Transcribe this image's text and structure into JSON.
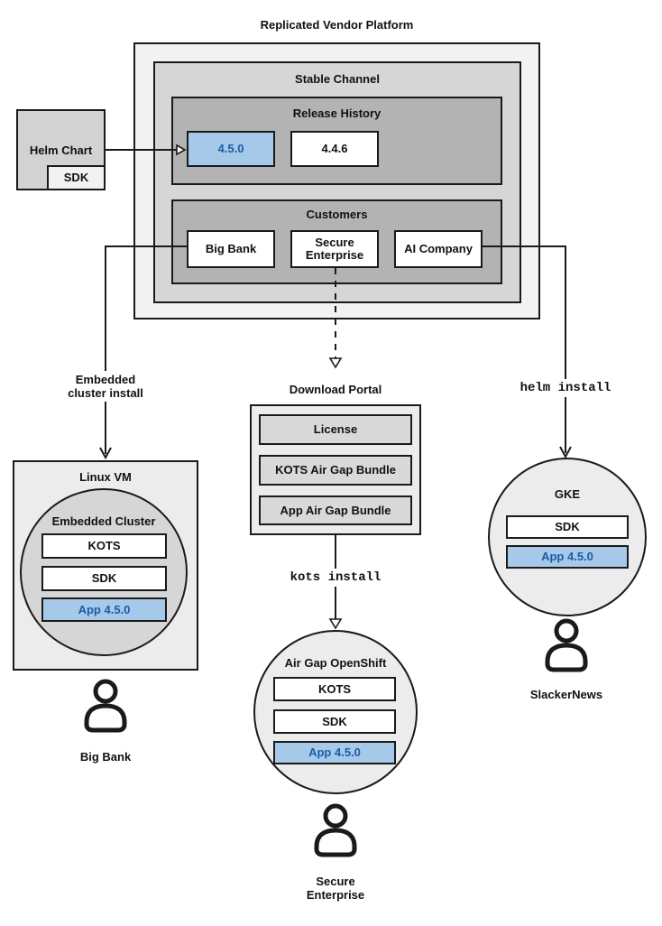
{
  "title": "Replicated Vendor Platform",
  "platform": {
    "stable_channel_title": "Stable Channel",
    "release_history_title": "Release History",
    "releases": [
      "4.5.0",
      "4.4.6"
    ],
    "customers_title": "Customers",
    "customers": [
      "Big Bank",
      "Secure Enterprise",
      "AI Company"
    ]
  },
  "helm_chart": {
    "label": "Helm Chart",
    "sdk": "SDK"
  },
  "edges": {
    "embedded_install": "Embedded cluster install",
    "helm_install": "helm install",
    "kots_install": "kots install"
  },
  "download_portal": {
    "title": "Download Portal",
    "items": [
      "License",
      "KOTS Air Gap Bundle",
      "App Air Gap Bundle"
    ]
  },
  "linux_vm": {
    "title": "Linux VM",
    "cluster_title": "Embedded Cluster",
    "kots": "KOTS",
    "sdk": "SDK",
    "app": "App 4.5.0",
    "user": "Big Bank"
  },
  "openshift": {
    "title": "Air Gap OpenShift",
    "kots": "KOTS",
    "sdk": "SDK",
    "app": "App 4.5.0",
    "user": "Secure Enterprise"
  },
  "gke": {
    "title": "GKE",
    "sdk": "SDK",
    "app": "App 4.5.0",
    "user": "SlackerNews"
  },
  "colors": {
    "outer_fill": "#f2f2f2",
    "channel_fill": "#d6d6d6",
    "group_fill": "#b3b3b3",
    "light_fill": "#ececec",
    "portal_item_fill": "#d9d9d9",
    "highlight_fill": "#a7c9e9",
    "highlight_border": "#1d5c9e",
    "highlight_text": "#1b5ba6",
    "line": "#1a1a1a"
  }
}
